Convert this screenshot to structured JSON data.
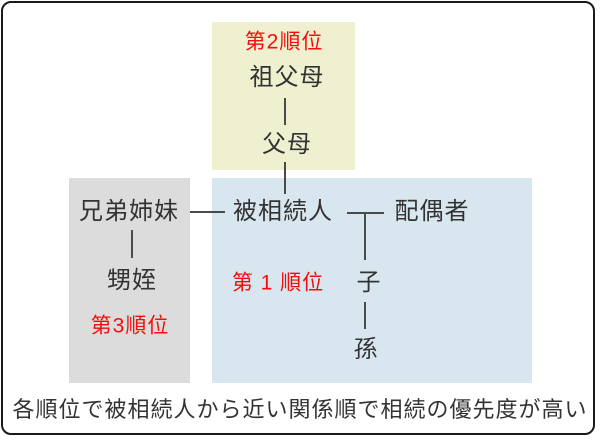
{
  "colors": {
    "background": "#ffffff",
    "frame_border": "#1a1a1a",
    "rank2_bg": "#eef0d0",
    "rank1_bg": "#d8e6ef",
    "rank3_bg": "#dcdcdc",
    "rank_label": "#f30e0e",
    "text": "#333333",
    "line": "#4a4a4a"
  },
  "nodes": {
    "grandparents": "祖父母",
    "parents": "父母",
    "decedent": "被相続人",
    "spouse": "配偶者",
    "siblings": "兄弟姉妹",
    "nieces_nephews": "甥姪",
    "child": "子",
    "grandchild": "孫"
  },
  "rank_labels": {
    "rank1": "第 1 順位",
    "rank2": "第2順位",
    "rank3": "第3順位"
  },
  "caption": "各順位で被相続人から近い関係順で相続の優先度が高い"
}
